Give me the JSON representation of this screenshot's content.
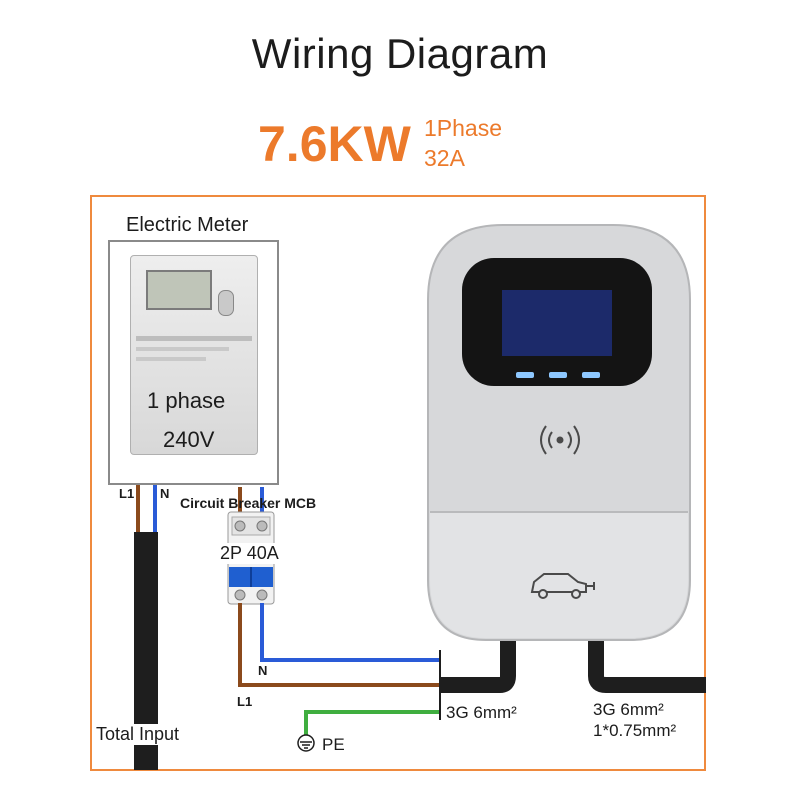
{
  "header": {
    "title": "Wiring Diagram",
    "power": "7.6KW",
    "phase": "1Phase",
    "current": "32A"
  },
  "meter": {
    "title": "Electric Meter",
    "phase_label": "1 phase",
    "voltage_label": "240V"
  },
  "wires": {
    "meter_l1": "L1",
    "meter_n": "N",
    "neutral": "N",
    "line": "L1",
    "earth": "PE"
  },
  "breaker": {
    "title": "Circuit Breaker MCB",
    "rating": "2P 40A"
  },
  "cables": {
    "input_label": "Total Input",
    "charger_input": "3G 6mm²",
    "output_line1": "3G 6mm²",
    "output_line2": "1*0.75mm²"
  },
  "colors": {
    "accent": "#ec7a2b",
    "frame": "#ef8a3e",
    "line_wire": "#8b4a1c",
    "neutral_wire": "#2a5bd7",
    "earth_wire": "#3fae3f",
    "breaker_blue": "#1f5fd0",
    "cable": "#1e1e1e"
  }
}
